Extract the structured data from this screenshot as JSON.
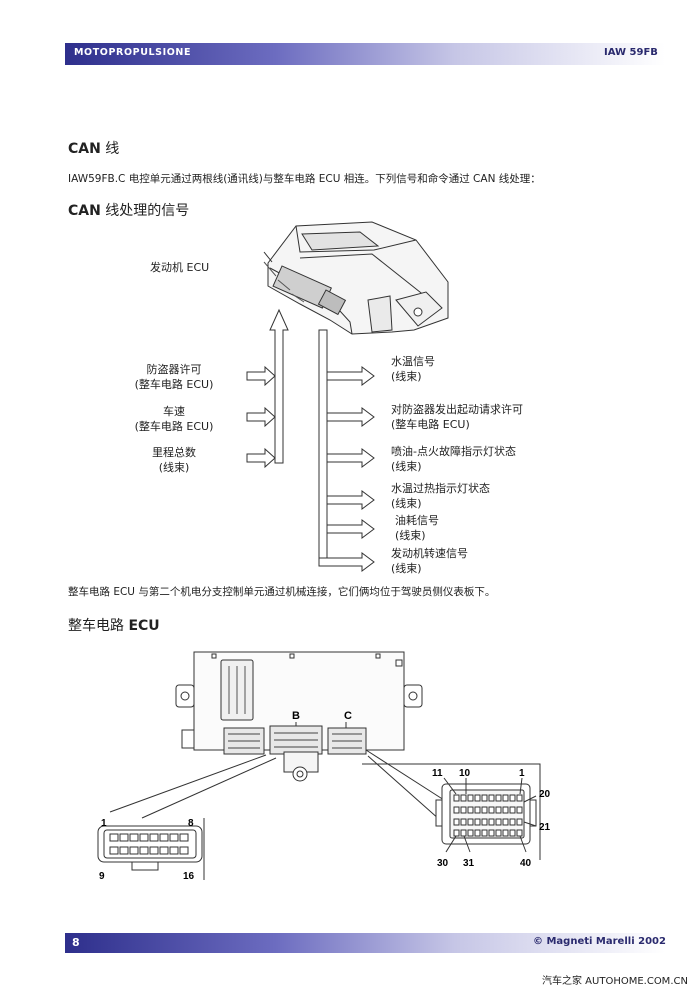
{
  "header": {
    "left": "MOTOPROPULSIONE",
    "right": "IAW 59FB"
  },
  "sections": {
    "can_title_latin": "CAN",
    "can_title_cn": " 线",
    "intro": "IAW59FB.C 电控单元通过两根线(通讯线)与整车电路 ECU 相连。下列信号和命令通过 CAN 线处理：",
    "signals_title_latin": "CAN",
    "signals_title_cn": " 线处理的信号",
    "body_ecu_note": "整车电路 ECU 与第二个机电分支控制单元通过机械连接，它们俩均位于驾驶员侧仪表板下。",
    "body_ecu_title_cn": "整车电路 ",
    "body_ecu_title_latin": "ECU"
  },
  "diagram": {
    "engine_ecu_label": "发动机 ECU",
    "inputs": [
      {
        "line1": "防盗器许可",
        "line2": "(整车电路 ECU)"
      },
      {
        "line1": "车速",
        "line2": "(整车电路 ECU)"
      },
      {
        "line1": "里程总数",
        "line2": "(线束)"
      }
    ],
    "outputs": [
      {
        "line1": "水温信号",
        "line2": "(线束)"
      },
      {
        "line1": "对防盗器发出起动请求许可",
        "line2": "(整车电路 ECU)"
      },
      {
        "line1": "喷油-点火故障指示灯状态",
        "line2": "(线束)"
      },
      {
        "line1": "水温过热指示灯状态",
        "line2": "(线束)"
      },
      {
        "line1": "油耗信号",
        "line2": "(线束)"
      },
      {
        "line1": "发动机转速信号",
        "line2": "(线束)"
      }
    ]
  },
  "connectors": {
    "b_label": "B",
    "c_label": "C",
    "left_pins": {
      "top_left": "1",
      "top_right": "8",
      "bottom_left": "9",
      "bottom_right": "16"
    },
    "right_pins": {
      "p11": "11",
      "p10": "10",
      "p1": "1",
      "p20": "20",
      "p21": "21",
      "p30": "30",
      "p31": "31",
      "p40": "40"
    }
  },
  "footer": {
    "page": "8",
    "copyright": "© Magneti Marelli 2002"
  },
  "watermark": "汽车之家 AUTOHOME.COM.CN"
}
